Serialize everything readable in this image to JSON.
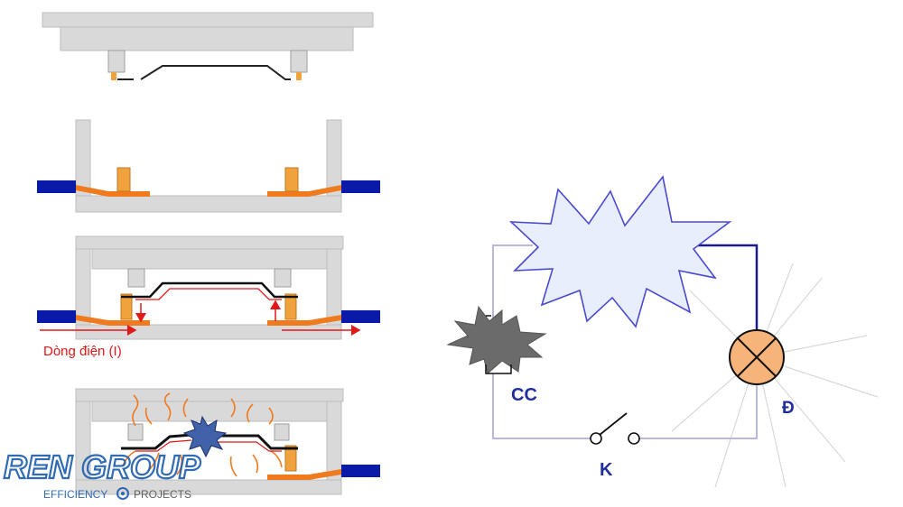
{
  "fuse_panels": {
    "current_label": "Dòng điện (I)"
  },
  "circuit": {
    "label_fuse": "CC",
    "label_lamp": "Đ",
    "label_switch": "K"
  },
  "logo": {
    "brand": "REN GROUP",
    "tagline_left": "EFFICIENCY",
    "tagline_right": "PROJECTS"
  },
  "colors": {
    "frame": "#d9d9d9",
    "frame_edge": "#bdbdbd",
    "terminal_blue": "#0a1aa8",
    "contact_orange": "#f07a1e",
    "arrow_red": "#e01818",
    "wire_navy": "#1a1a8c",
    "wire_light": "#b8b8e0",
    "burst_fill": "#e8eefb",
    "burst_stroke": "#4a4ad0",
    "lamp_fill": "#f6b37a",
    "label_navy": "#1f2f9e",
    "logo_blue": "#1f5fae"
  }
}
